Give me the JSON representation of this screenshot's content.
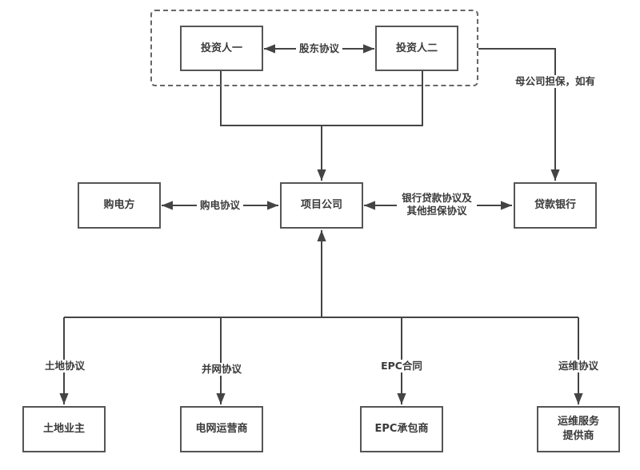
{
  "diagram": {
    "title": "",
    "colors": {
      "line": "#444444",
      "box_border": "#555555",
      "text": "#3a3a3a",
      "background": "#ffffff"
    },
    "group": {
      "name": "investors",
      "style": "dashed"
    },
    "nodes": {
      "investor1": "投资人一",
      "investor2": "投资人二",
      "project_company": "项目公司",
      "power_buyer": "购电方",
      "lending_bank": "贷款银行",
      "land_owner": "土地业主",
      "grid_operator": "电网运营商",
      "epc_contractor": "EPC承包商",
      "om_provider_line1": "运维服务",
      "om_provider_line2": "提供商"
    },
    "edges": {
      "shareholder_agreement": "股东协议",
      "parent_guarantee": "母公司担保，如有",
      "ppa": "购电协议",
      "loan_line1": "银行贷款协议及",
      "loan_line2": "其他担保协议",
      "land_agreement": "土地协议",
      "grid_agreement": "并网协议",
      "epc_contract": "EPC合同",
      "om_agreement": "运维协议"
    }
  }
}
